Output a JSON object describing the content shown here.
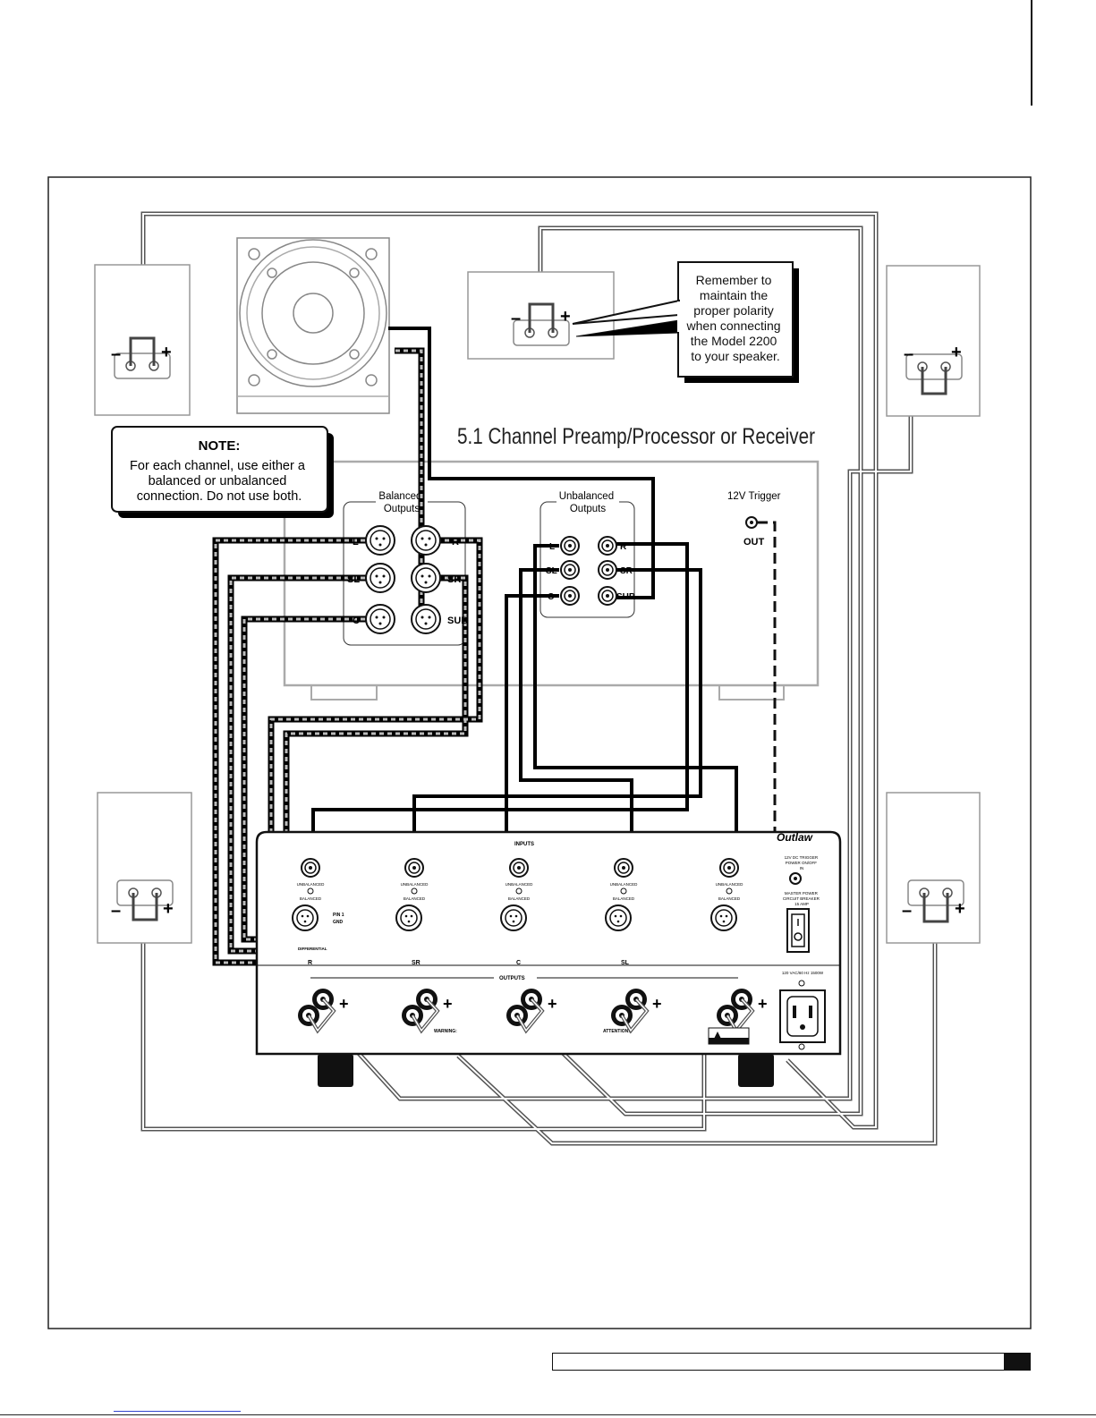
{
  "diagram": {
    "title": "5.1 Channel Preamp/Processor or Receiver",
    "polarity_note": [
      "Remember to",
      "maintain the",
      "proper polarity",
      "when connecting",
      "the Model 2200",
      "to your speaker."
    ],
    "note": {
      "heading": "NOTE:",
      "lines": [
        "For each channel, use either a",
        "balanced or unbalanced",
        "connection. Do not use both."
      ]
    },
    "preamp": {
      "balanced_label": [
        "Balanced",
        "Outputs"
      ],
      "unbalanced_label": [
        "Unbalanced",
        "Outputs"
      ],
      "trigger_label": "12V Trigger",
      "trigger_out": "OUT",
      "jack_labels": {
        "L": "L",
        "R": "R",
        "SL": "SL",
        "SR": "SR",
        "C": "C",
        "SUB": "SUB"
      }
    },
    "amp": {
      "brand": "Outlaw",
      "inputs_label": "INPUTS",
      "outputs_label": "OUTPUTS",
      "unbalanced": "UNBALANCED",
      "balanced": "BALANCED",
      "pin1": "PIN 1",
      "gnd": "GND",
      "differential": "DIFFERENTIAL",
      "channels": [
        "R",
        "SR",
        "C",
        "SL",
        ""
      ],
      "trigger_text": [
        "12V DC TRIGGER",
        "POWER ON/OFF",
        "IN"
      ],
      "breaker_text": [
        "MASTER POWER",
        "CIRCUIT BREAKER",
        "15 AMP"
      ],
      "mains_text": "120 VAC/60 Hz  1500W",
      "warning": "WARNING:",
      "attention": "ATTENTION:"
    },
    "polarity": {
      "minus": "–",
      "plus": "+"
    }
  }
}
